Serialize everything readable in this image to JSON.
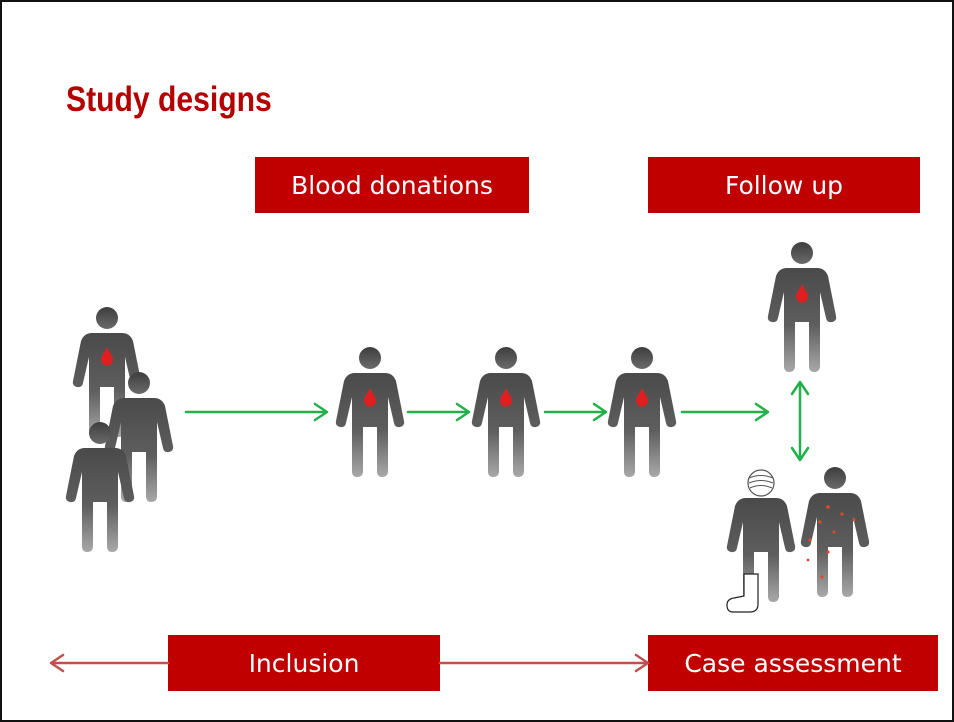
{
  "slide": {
    "title": "Study designs"
  },
  "labels": {
    "blood_donations": "Blood donations",
    "follow_up": "Follow up",
    "inclusion": "Inclusion",
    "case_assessment": "Case assessment"
  },
  "colors": {
    "title": "#b50000",
    "label_box": "#c00000",
    "label_text": "#ffffff",
    "flow_arrow": "#22b04a",
    "timeline_arrow": "#c0504d",
    "figure": "#5a5a5a",
    "blood_drop": "#e02020"
  },
  "icons": {
    "person": "person-icon",
    "blood_drop": "blood-drop-icon",
    "bandaged_head": "bandage-icon",
    "leg_cast": "cast-icon"
  }
}
